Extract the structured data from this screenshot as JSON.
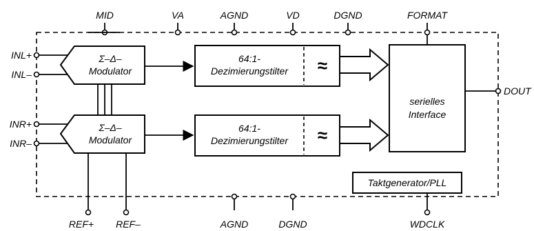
{
  "pins": {
    "top": [
      "MID",
      "VA",
      "AGND",
      "VD",
      "DGND",
      "FORMAT"
    ],
    "left": [
      "INL+",
      "INL–",
      "INR+",
      "INR–"
    ],
    "right": [
      "DOUT"
    ],
    "bottom": [
      "REF+",
      "REF–",
      "AGND",
      "DGND",
      "WDCLK"
    ]
  },
  "blocks": {
    "modulator": {
      "line1": "Σ–Δ–",
      "line2": "Modulator"
    },
    "decimation": {
      "line1": "64:1-",
      "line2": "Dezimierungstilter",
      "filter_symbol": "≈"
    },
    "serial": {
      "line1": "serielles",
      "line2": "Interface"
    },
    "clock": {
      "label": "Taktgenerator/PLL"
    }
  }
}
